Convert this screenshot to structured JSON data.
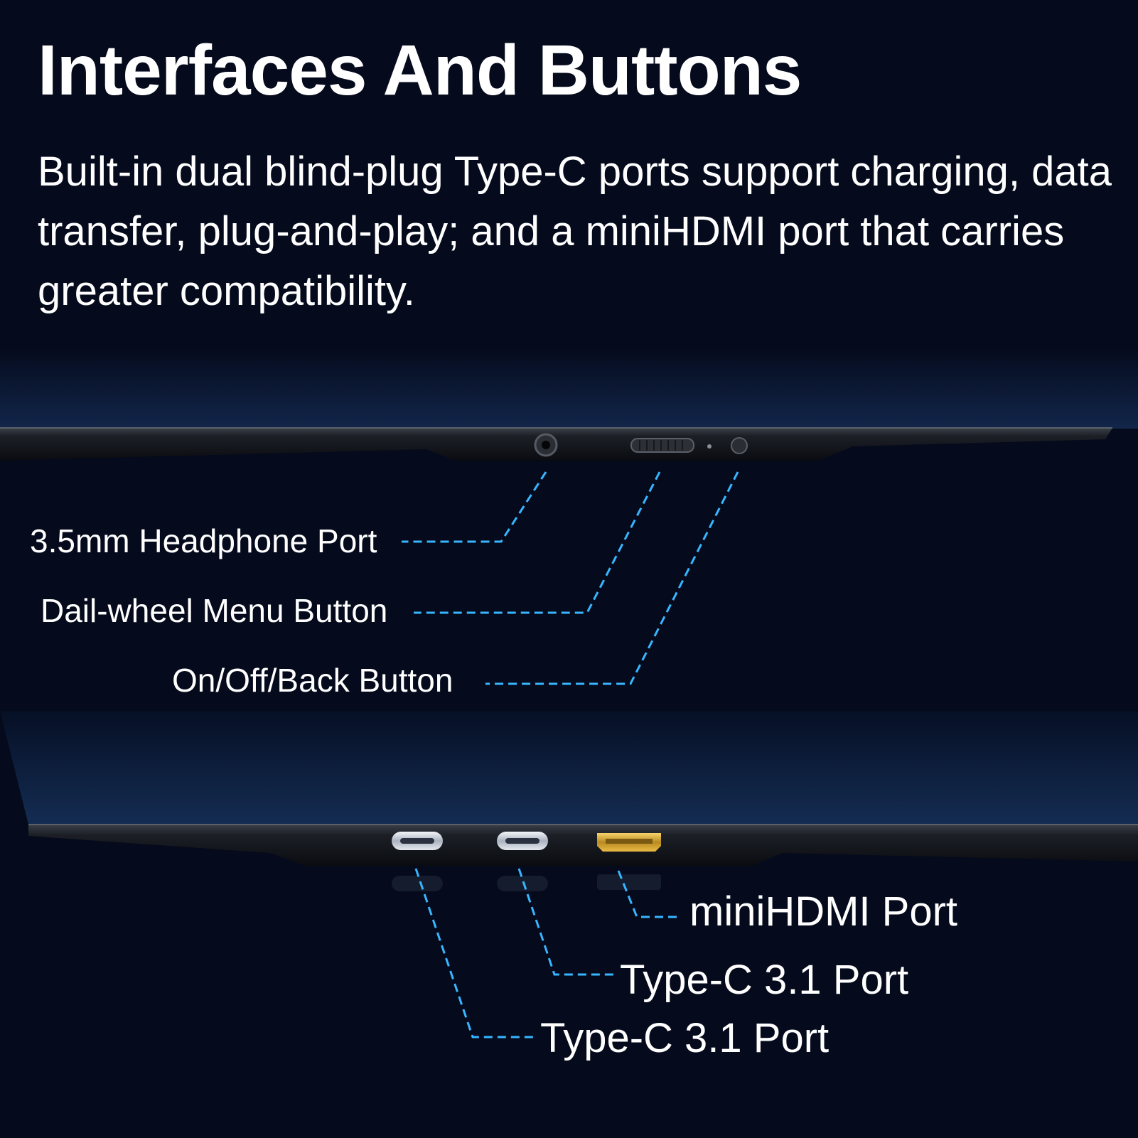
{
  "header": {
    "title": "Interfaces And Buttons",
    "description": "Built-in dual blind-plug Type-C ports support charging, data transfer, plug-and-play; and a miniHDMI port that carries greater compatibility."
  },
  "callouts_top": [
    {
      "label": "3.5mm Headphone Port"
    },
    {
      "label": "Dail-wheel Menu Button"
    },
    {
      "label": "On/Off/Back Button"
    }
  ],
  "callouts_bottom": [
    {
      "label": "miniHDMI Port"
    },
    {
      "label": "Type-C 3.1 Port"
    },
    {
      "label": "Type-C 3.1 Port"
    }
  ],
  "colors": {
    "background": "#050a1c",
    "callout_line": "#38b6ff",
    "device_edge": "#1a1d24",
    "hdmi_gold": "#e0b030",
    "typec_silver": "#d6dbe4"
  }
}
